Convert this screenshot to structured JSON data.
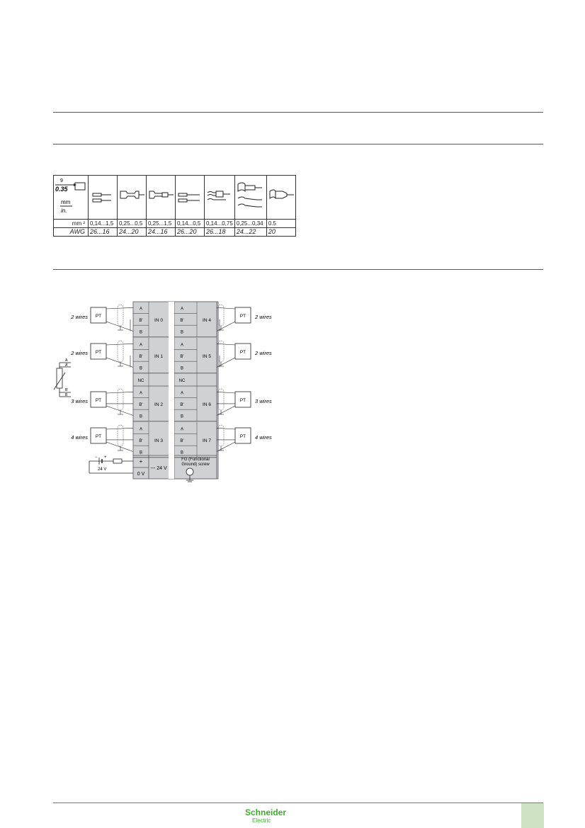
{
  "wire_table": {
    "header_dims": {
      "nine": "9",
      "decimal": "0.35",
      "unit_mm": "mm",
      "unit_in": "in."
    },
    "row_mm_label": "mm ²",
    "row_awg_label": "AWG",
    "columns": [
      {
        "mm": "0,14...1,5",
        "awg": "26...16"
      },
      {
        "mm": "0,25...0,5",
        "awg": "24...20"
      },
      {
        "mm": "0,25...1,5",
        "awg": "24...16"
      },
      {
        "mm": "0,14...0,5",
        "awg": "26...20"
      },
      {
        "mm": "0,14...0,75",
        "awg": "26...18"
      },
      {
        "mm": "0,25...0,34",
        "awg": "24...22"
      },
      {
        "mm": "0.5",
        "awg": "20"
      }
    ]
  },
  "diagram": {
    "left_inputs": [
      {
        "label": "IN 0",
        "wires": "2 wires"
      },
      {
        "label": "IN 1",
        "wires": "2 wires"
      },
      {
        "label": "IN 2",
        "wires": "3 wires"
      },
      {
        "label": "IN 3",
        "wires": "4 wires"
      }
    ],
    "right_inputs": [
      {
        "label": "IN 4",
        "wires": "2 wires"
      },
      {
        "label": "IN 5",
        "wires": "2 wires"
      },
      {
        "label": "IN 6",
        "wires": "3 wires"
      },
      {
        "label": "IN 7",
        "wires": "4 wires"
      }
    ],
    "sensor_label": "PT",
    "terminal_a": "A",
    "terminal_b_prime": "B'",
    "terminal_b": "B",
    "terminal_a_prime": "A'",
    "nc_label": "NC",
    "plus_label": "+",
    "zero_v_label": "0 V",
    "supply_label": "--- 24 V",
    "supply_source_label": "24 V",
    "minus_label": "−",
    "fg_label_1": "FG (Functional",
    "fg_label_2": "Ground) screw"
  },
  "footer": {
    "brand_1": "Schneider",
    "brand_2": "Electric"
  },
  "colors": {
    "terminal_fill": "#cfd1d4",
    "brand_green": "#3dae2b",
    "tab_green": "#cde3c3"
  }
}
